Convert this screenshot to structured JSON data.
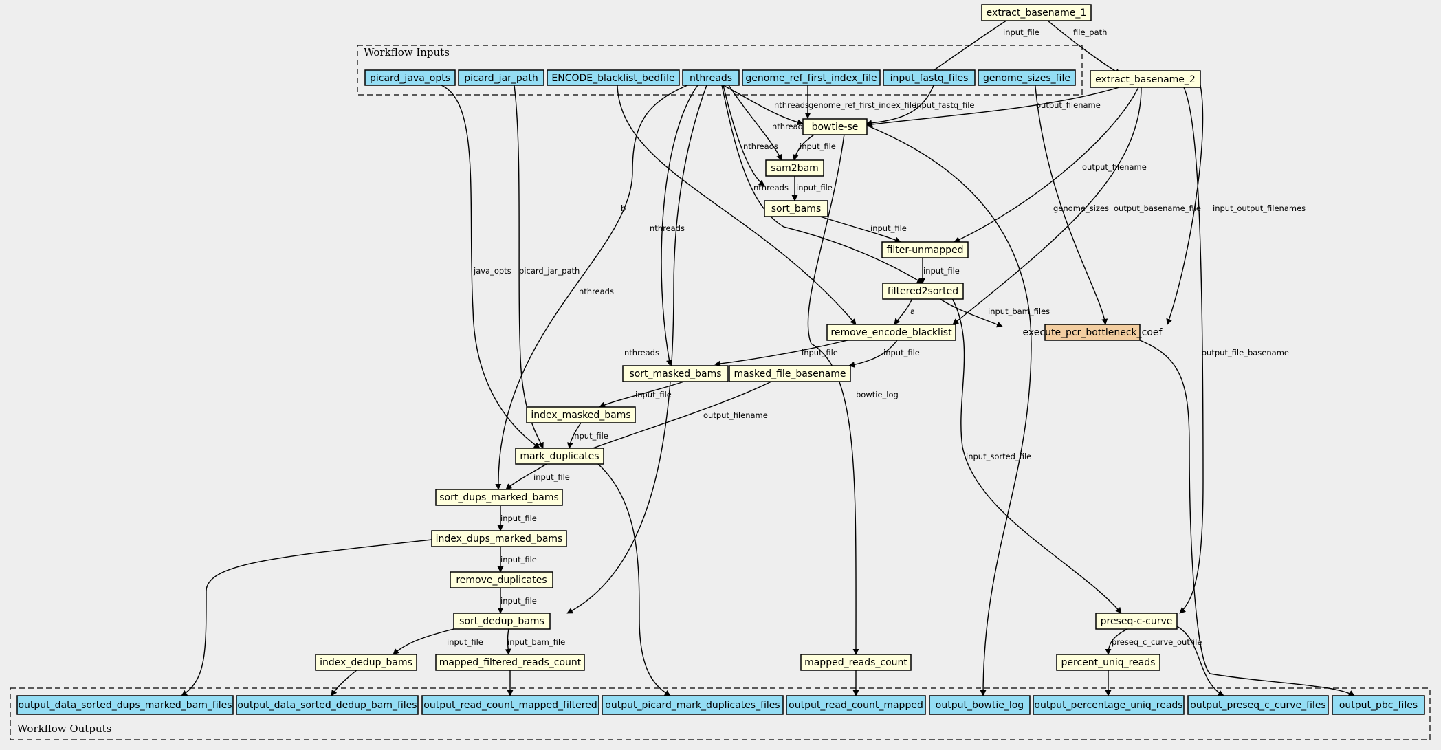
{
  "clusters": {
    "inputs": "Workflow Inputs",
    "outputs": "Workflow Outputs"
  },
  "colors": {
    "background": "#eeeeee",
    "input_fill": "#94ddf4",
    "step_fill": "#ffffdd",
    "highlight_fill": "#f3cea1"
  },
  "nodes": {
    "picard_java_opts": "picard_java_opts",
    "picard_jar_path": "picard_jar_path",
    "encode_blacklist": "ENCODE_blacklist_bedfile",
    "nthreads": "nthreads",
    "genome_ref": "genome_ref_first_index_file",
    "input_fastq": "input_fastq_files",
    "genome_sizes": "genome_sizes_file",
    "extract_basename_1": "extract_basename_1",
    "extract_basename_2": "extract_basename_2",
    "bowtie_se": "bowtie-se",
    "sam2bam": "sam2bam",
    "sort_bams": "sort_bams",
    "filter_unmapped": "filter-unmapped",
    "filtered2sorted": "filtered2sorted",
    "execute_pcr": "execute_pcr_bottleneck_coef",
    "remove_encode_blacklist": "remove_encode_blacklist",
    "sort_masked_bams": "sort_masked_bams",
    "masked_file_basename": "masked_file_basename",
    "index_masked_bams": "index_masked_bams",
    "mark_duplicates": "mark_duplicates",
    "sort_dups_marked_bams": "sort_dups_marked_bams",
    "index_dups_marked_bams": "index_dups_marked_bams",
    "remove_duplicates": "remove_duplicates",
    "sort_dedup_bams": "sort_dedup_bams",
    "index_dedup_bams": "index_dedup_bams",
    "mapped_filtered_reads_count": "mapped_filtered_reads_count",
    "mapped_reads_count": "mapped_reads_count",
    "preseq_c_curve": "preseq-c-curve",
    "percent_uniq_reads": "percent_uniq_reads",
    "out_sorted_dups": "output_data_sorted_dups_marked_bam_files",
    "out_sorted_dedup": "output_data_sorted_dedup_bam_files",
    "out_read_count_filtered": "output_read_count_mapped_filtered",
    "out_picard": "output_picard_mark_duplicates_files",
    "out_read_count_mapped": "output_read_count_mapped",
    "out_bowtie_log": "output_bowtie_log",
    "out_pct_uniq": "output_percentage_uniq_reads",
    "out_preseq": "output_preseq_c_curve_files",
    "out_pbc": "output_pbc_files"
  },
  "edge_labels": {
    "input_file": "input_file",
    "file_path": "file_path",
    "output_filename": "output_filename",
    "genome_ref_first_index_file": "genome_ref_first_index_file",
    "input_fastq_file": "input_fastq_file",
    "nthreads": "nthreads",
    "genome_sizes": "genome_sizes",
    "output_basename_file": "output_basename_file",
    "input_output_filenames": "input_output_filenames",
    "b": "b",
    "a": "a",
    "java_opts": "java_opts",
    "picard_jar_path": "picard_jar_path",
    "input_bam_files": "input_bam_files",
    "output_file_basename": "output_file_basename",
    "bowtie_log": "bowtie_log",
    "input_sorted_file": "input_sorted_file",
    "input_bam_file": "input_bam_file",
    "preseq_c_curve_outfile": "preseq_c_curve_outfile"
  }
}
